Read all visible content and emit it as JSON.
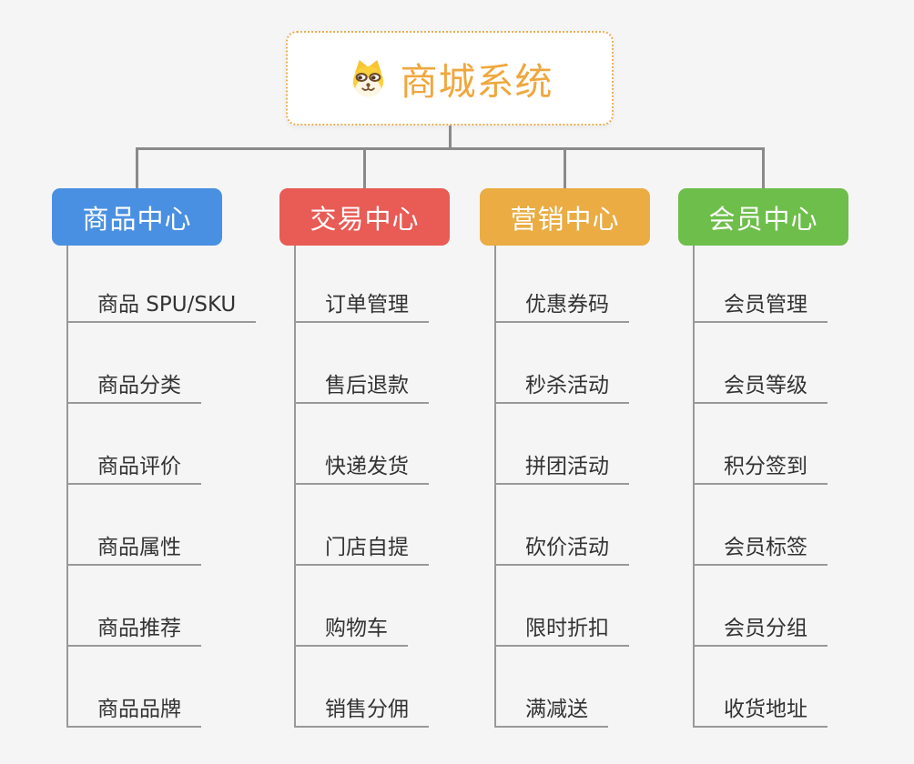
{
  "canvas": {
    "background": "#F5F5F6"
  },
  "root": {
    "title": "商城系统",
    "icon": "shiba-dog-face",
    "text_color": "#F0A73E",
    "border_color": "#EBAE54",
    "background": "#FFFFFF"
  },
  "colors": {
    "connector": "#8A8A8A",
    "leaf_underline": "#999999",
    "leaf_text": "#333333"
  },
  "branches": [
    {
      "label": "商品中心",
      "color": "#4A90E2",
      "items": [
        "商品 SPU/SKU",
        "商品分类",
        "商品评价",
        "商品属性",
        "商品推荐",
        "商品品牌"
      ]
    },
    {
      "label": "交易中心",
      "color": "#E95B55",
      "items": [
        "订单管理",
        "售后退款",
        "快递发货",
        "门店自提",
        "购物车",
        "销售分佣"
      ]
    },
    {
      "label": "营销中心",
      "color": "#EAAC43",
      "items": [
        "优惠券码",
        "秒杀活动",
        "拼团活动",
        "砍价活动",
        "限时折扣",
        "满减送"
      ]
    },
    {
      "label": "会员中心",
      "color": "#6EBE4B",
      "items": [
        "会员管理",
        "会员等级",
        "积分签到",
        "会员标签",
        "会员分组",
        "收货地址"
      ]
    }
  ]
}
